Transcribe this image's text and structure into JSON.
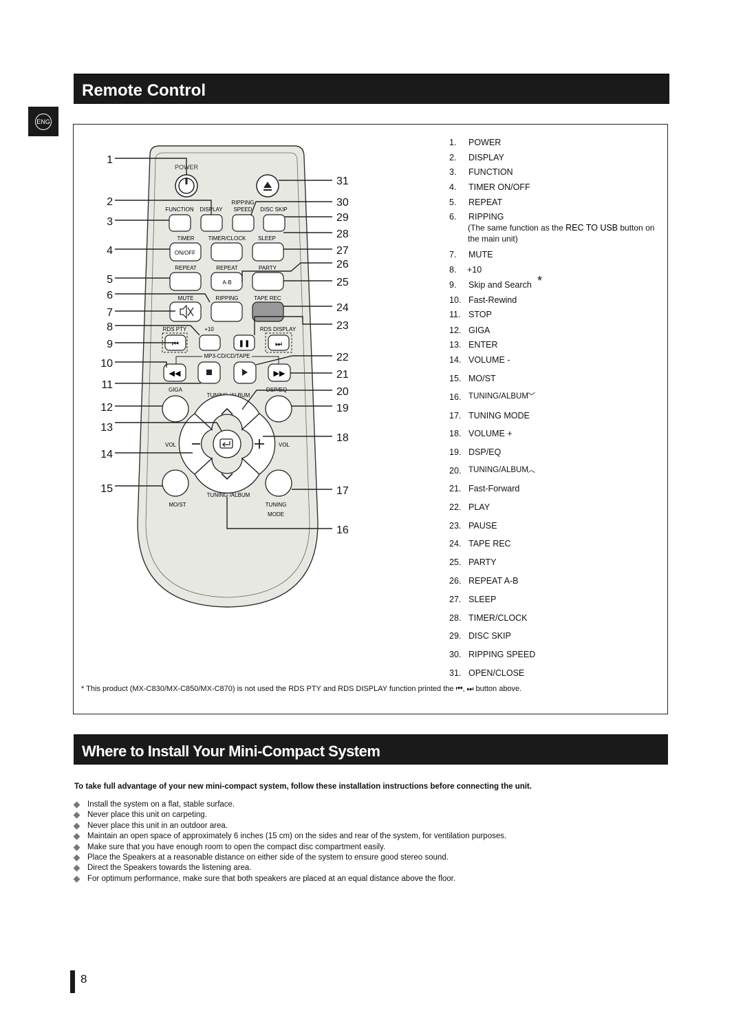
{
  "lang_tab": "ENG",
  "section1_title": "Remote Control",
  "section2_title": "Where to Install Your Mini-Compact System",
  "remote": {
    "callouts_left": [
      "1",
      "2",
      "3",
      "4",
      "5",
      "6",
      "7",
      "8",
      "9",
      "10",
      "11",
      "12",
      "13",
      "14",
      "15"
    ],
    "callouts_right": [
      "31",
      "30",
      "29",
      "28",
      "27",
      "26",
      "25",
      "24",
      "23",
      "22",
      "21",
      "20",
      "19",
      "18",
      "17",
      "16"
    ],
    "labels": {
      "power": "POWER",
      "function": "FUNCTION",
      "display": "DISPLAY",
      "ripping_speed_1": "RIPPING",
      "ripping_speed_2": "SPEED",
      "disc_skip": "DISC SKIP",
      "timer": "TIMER",
      "on_off": "ON/OFF",
      "timer_clock": "TIMER/CLOCK",
      "sleep": "SLEEP",
      "repeat": "REPEAT",
      "repeat2": "REPEAT",
      "a_b": "A-B",
      "party": "PARTY",
      "mute": "MUTE",
      "ripping": "RIPPING",
      "tape_rec": "TAPE REC",
      "rds_pty": "RDS PTY",
      "plus10": "+10",
      "rds_display": "RDS DISPLAY",
      "mp3_cd_tape": "MP3-CD/CD/TAPE",
      "giga": "GIGA",
      "tuning_album": "TUNING /ALBUM",
      "dsp_eq": "DSP/EQ",
      "vol_left": "VOL",
      "vol_right": "VOL",
      "tuning_album_bottom": "TUNING /ALBUM",
      "mo_st": "MO/ST",
      "tuning": "TUNING",
      "mode": "MODE"
    }
  },
  "legend": [
    {
      "num": "1.",
      "text": "POWER"
    },
    {
      "num": "2.",
      "text": "DISPLAY"
    },
    {
      "num": "3.",
      "text": "FUNCTION"
    },
    {
      "num": "4.",
      "text": "TIMER ON/OFF"
    },
    {
      "num": "5.",
      "text": "REPEAT"
    },
    {
      "num": "6.",
      "text": "RIPPING"
    },
    {
      "num": "7.",
      "text": "MUTE"
    },
    {
      "num": "8.",
      "text": "+10"
    },
    {
      "num": "9.",
      "text": "Skip and Search"
    },
    {
      "num": "10.",
      "text": "Fast-Rewind"
    },
    {
      "num": "11.",
      "text": "STOP"
    },
    {
      "num": "12.",
      "text": "GIGA"
    },
    {
      "num": "13.",
      "text": "ENTER"
    },
    {
      "num": "14.",
      "text": "VOLUME -"
    },
    {
      "num": "15.",
      "text": "MO/ST"
    },
    {
      "num": "16.",
      "text": "TUNING/ALBUM"
    },
    {
      "num": "17.",
      "text": "TUNING MODE"
    },
    {
      "num": "18.",
      "text": "VOLUME +"
    },
    {
      "num": "19.",
      "text": "DSP/EQ"
    },
    {
      "num": "20.",
      "text": "TUNING/ALBUM"
    },
    {
      "num": "21.",
      "text": "Fast-Forward"
    },
    {
      "num": "22.",
      "text": "PLAY"
    },
    {
      "num": "23.",
      "text": "PAUSE"
    },
    {
      "num": "24.",
      "text": "TAPE REC"
    },
    {
      "num": "25.",
      "text": "PARTY"
    },
    {
      "num": "26.",
      "text": "REPEAT A-B"
    },
    {
      "num": "27.",
      "text": "SLEEP"
    },
    {
      "num": "28.",
      "text": "TIMER/CLOCK"
    },
    {
      "num": "29.",
      "text": "DISC SKIP"
    },
    {
      "num": "30.",
      "text": "RIPPING SPEED"
    },
    {
      "num": "31.",
      "text": "OPEN/CLOSE"
    }
  ],
  "ripping_note": {
    "part1": "(The same function as the ",
    "highlight": "REC TO USB",
    "part2": " button on the main unit)"
  },
  "skip_asterisk": "*",
  "footnote": {
    "part1": "* This product (MX-C830/MX-C850/MX-C870) is not used the RDS PTY and RDS DISPLAY function printed the ",
    "icon1": "⏮",
    "sep": ", ",
    "icon2": "⏭",
    "part2": " button above."
  },
  "intro": "To take full advantage of your new mini-compact system, follow these installation instructions before connecting the unit.",
  "bullets": [
    "Install the system on a flat, stable surface.",
    "Never place this unit on carpeting.",
    "Never place this unit in an outdoor area.",
    "Maintain an open space of approximately 6 inches (15 cm) on the sides and rear of the system, for ventilation purposes.",
    "Make sure that you have enough room to open the compact disc compartment easily.",
    "Place the Speakers at a reasonable distance on either side of the system to ensure good stereo sound.",
    "Direct the Speakers towards the listening area.",
    "For optimum performance, make sure that both speakers are placed at an equal distance above the floor."
  ],
  "page_number": "8"
}
